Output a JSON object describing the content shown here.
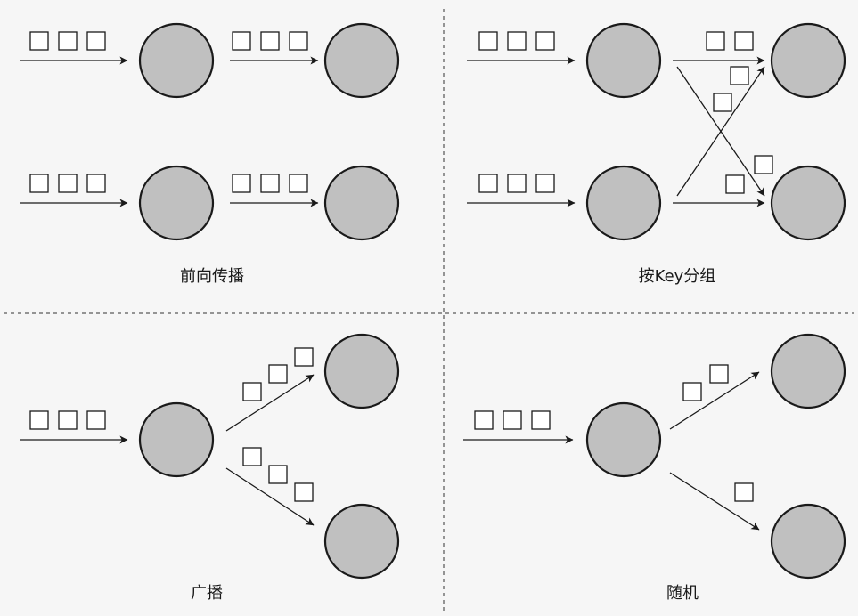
{
  "colors": {
    "background": "#f6f6f6",
    "node_fill": "#c0c0c0",
    "stroke": "#1a1a1a",
    "packet_fill": "#ffffff"
  },
  "panels": [
    {
      "id": "forward",
      "caption": "前向传播"
    },
    {
      "id": "key-group",
      "caption": "按Key分组"
    },
    {
      "id": "broadcast",
      "caption": "广播"
    },
    {
      "id": "random",
      "caption": "随机"
    }
  ]
}
